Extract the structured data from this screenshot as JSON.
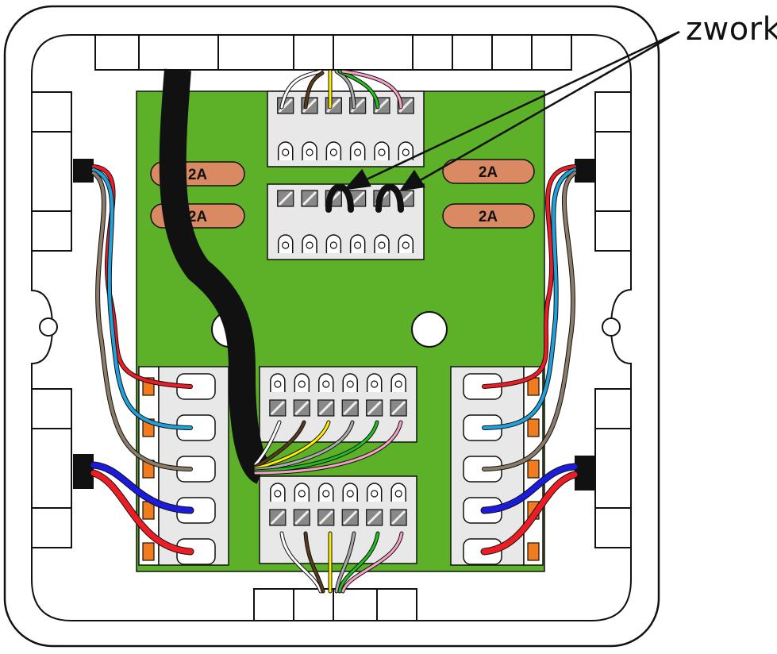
{
  "annotation": {
    "label": "zworki"
  },
  "fuses": {
    "left_top": "2A",
    "left_bottom": "2A",
    "right_top": "2A",
    "right_bottom": "2A"
  },
  "colors": {
    "pcb": "#5db128",
    "fuse": "#d98a63",
    "lever": "#f07c1e",
    "cable": "#111111",
    "wire_red": "#ee1c25",
    "wire_blue": "#1b1bdc",
    "wire_lightblue": "#1fa2dc",
    "wire_brown": "#8b7b68",
    "wire_yellow": "#ffee00",
    "wire_gray": "#aaaaaa",
    "wire_green": "#22c01e",
    "wire_pink": "#f4a2c6",
    "wire_darkbrown": "#5a3a1a"
  }
}
